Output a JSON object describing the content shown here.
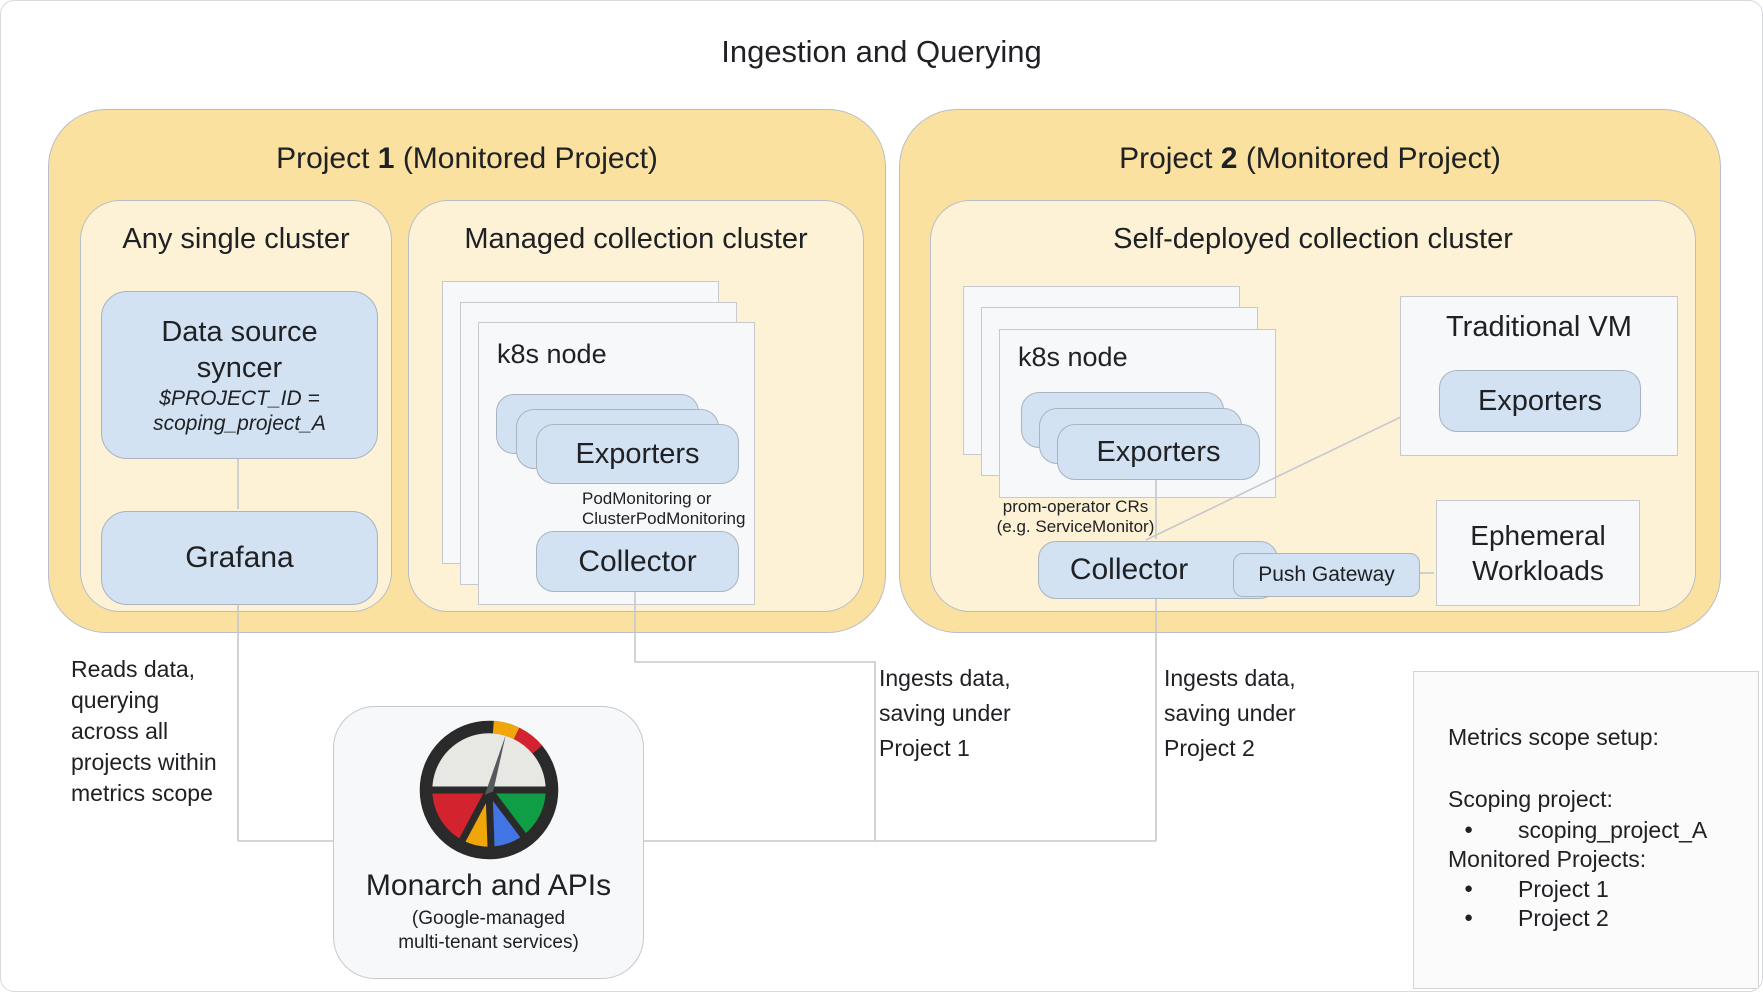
{
  "title": "Ingestion and Querying",
  "colors": {
    "project_fill": "#FAE1A0",
    "cluster_fill": "#FDF2D6",
    "node_fill": "#D2E2F2",
    "card_fill": "#F7F8FA",
    "gauge_red": "#D2232E",
    "gauge_yellow": "#F0A608",
    "gauge_blue": "#4274E4",
    "gauge_green": "#0F9D45"
  },
  "project1": {
    "name_pre": "Project ",
    "name_bold": "1",
    "name_post": " (Monitored Project)",
    "any_cluster": {
      "title": "Any single cluster",
      "syncer_line1": "Data source",
      "syncer_line2": "syncer",
      "syncer_var1": "$PROJECT_ID =",
      "syncer_var2": "scoping_project_A",
      "grafana": "Grafana"
    },
    "managed_cluster": {
      "title": "Managed collection cluster",
      "node_label": "k8s node",
      "exporters": "Exporters",
      "monitoring_note1": "PodMonitoring or",
      "monitoring_note2": "ClusterPodMonitoring",
      "collector": "Collector"
    }
  },
  "project2": {
    "name_pre": "Project ",
    "name_bold": "2",
    "name_post": " (Monitored Project)",
    "self_cluster": {
      "title": "Self-deployed collection cluster",
      "node_label": "k8s node",
      "exporters": "Exporters",
      "operator_note1": "prom-operator CRs",
      "operator_note2": "(e.g. ServiceMonitor)",
      "collector": "Collector",
      "push_gateway": "Push Gateway",
      "traditional_vm": {
        "title": "Traditional VM",
        "exporters": "Exporters"
      },
      "ephemeral": {
        "line1": "Ephemeral",
        "line2": "Workloads"
      }
    }
  },
  "monarch": {
    "title": "Monarch and APIs",
    "subtitle1": "(Google-managed",
    "subtitle2": "multi-tenant services)"
  },
  "annotations": {
    "reads": [
      "Reads data,",
      "querying",
      "across all",
      "projects within",
      "metrics scope"
    ],
    "ingest1": [
      "Ingests data,",
      "saving under",
      "Project 1"
    ],
    "ingest2": [
      "Ingests data,",
      "saving under",
      "Project 2"
    ]
  },
  "metrics_scope": {
    "title": "Metrics scope setup:",
    "scoping_label": "Scoping project:",
    "scoping_value": "scoping_project_A",
    "monitored_label": "Monitored Projects:",
    "monitored_value1": "Project 1",
    "monitored_value2": "Project 2"
  }
}
